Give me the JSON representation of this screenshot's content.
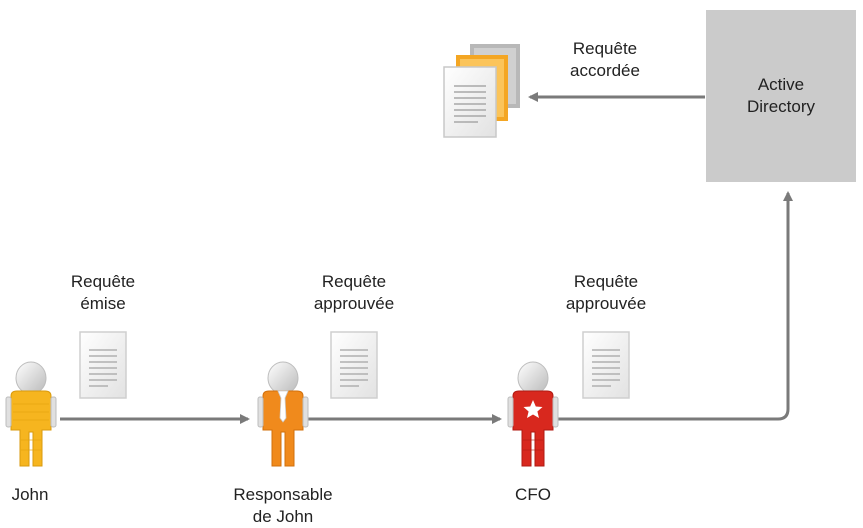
{
  "active_directory": {
    "line1": "Active",
    "line2": "Directory"
  },
  "granted": {
    "line1": "Requête",
    "line2": "accordée"
  },
  "steps": [
    {
      "line1": "Requête",
      "line2": "émise"
    },
    {
      "line1": "Requête",
      "line2": "approuvée"
    },
    {
      "line1": "Requête",
      "line2": "approuvée"
    }
  ],
  "people": [
    {
      "line1": "John",
      "line2": ""
    },
    {
      "line1": "Responsable",
      "line2": "de John"
    },
    {
      "line1": "CFO",
      "line2": ""
    }
  ],
  "colors": {
    "arrow": "#7a7a7a",
    "box": "#cbcbcb",
    "john": "#f6b51f",
    "manager": "#f08a1c",
    "cfo": "#d8281e"
  }
}
